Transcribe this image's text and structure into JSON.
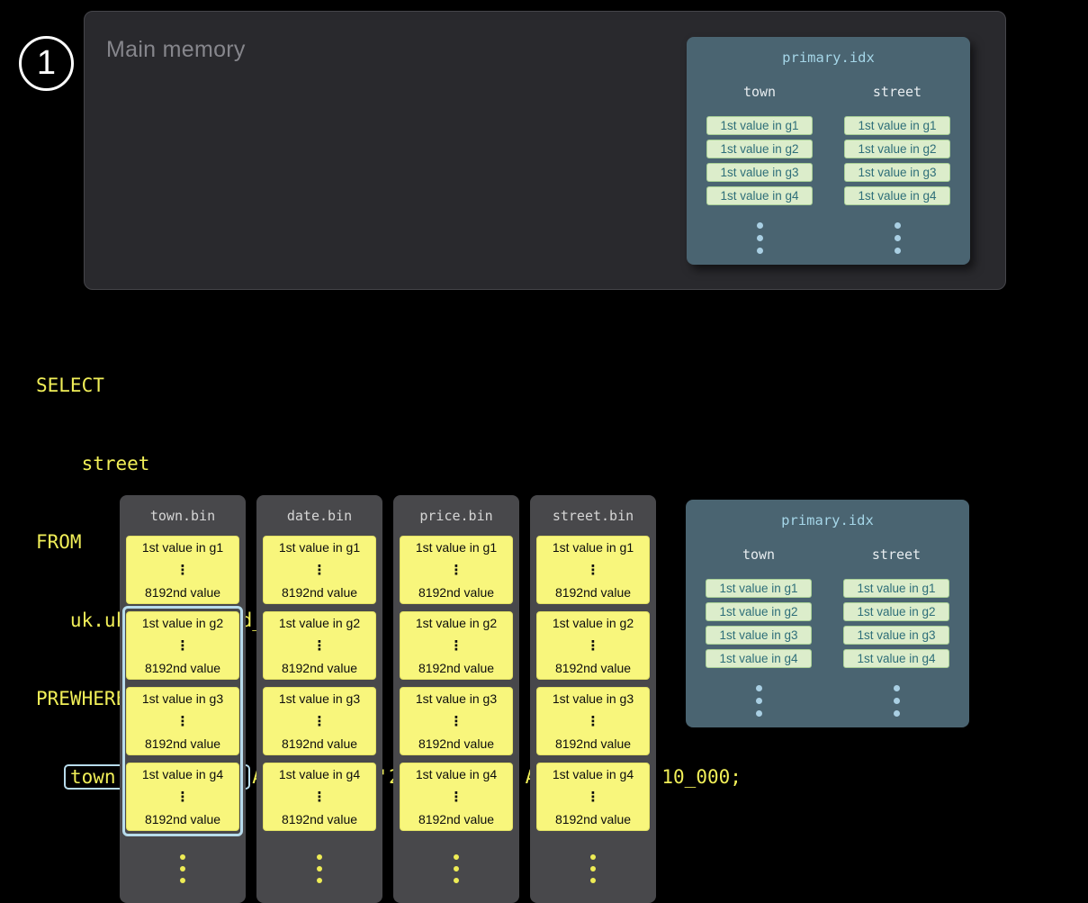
{
  "step_badge": {
    "label": "1"
  },
  "main_memory": {
    "title": "Main memory"
  },
  "primary_idx": {
    "title": "primary.idx",
    "columns": [
      {
        "name": "town",
        "values": [
          "1st value in g1",
          "1st value in g2",
          "1st value in g3",
          "1st value in g4"
        ]
      },
      {
        "name": "street",
        "values": [
          "1st value in g1",
          "1st value in g2",
          "1st value in g3",
          "1st value in g4"
        ]
      }
    ]
  },
  "sql": {
    "line1": "SELECT",
    "line2": "    street",
    "line3": "FROM",
    "line4": "   uk.uk_price_paid_simple",
    "line5": "PREWHERE",
    "line6_indent": "   ",
    "line6_highlight": "town = 'LONDON'",
    "line6_rest": " AND date > '2024-12-31' AND price < 10_000;"
  },
  "bin_files": [
    {
      "title": "town.bin",
      "blocks": [
        {
          "first": "1st value in g1",
          "ellipsis": "⋮",
          "last": "8192nd value"
        },
        {
          "first": "1st value in g2",
          "ellipsis": "⋮",
          "last": "8192nd value"
        },
        {
          "first": "1st value in g3",
          "ellipsis": "⋮",
          "last": "8192nd value"
        },
        {
          "first": "1st value in g4",
          "ellipsis": "⋮",
          "last": "8192nd value"
        }
      ]
    },
    {
      "title": "date.bin",
      "blocks": [
        {
          "first": "1st value in g1",
          "ellipsis": "⋮",
          "last": "8192nd value"
        },
        {
          "first": "1st value in g2",
          "ellipsis": "⋮",
          "last": "8192nd value"
        },
        {
          "first": "1st value in g3",
          "ellipsis": "⋮",
          "last": "8192nd value"
        },
        {
          "first": "1st value in g4",
          "ellipsis": "⋮",
          "last": "8192nd value"
        }
      ]
    },
    {
      "title": "price.bin",
      "blocks": [
        {
          "first": "1st value in g1",
          "ellipsis": "⋮",
          "last": "8192nd value"
        },
        {
          "first": "1st value in g2",
          "ellipsis": "⋮",
          "last": "8192nd value"
        },
        {
          "first": "1st value in g3",
          "ellipsis": "⋮",
          "last": "8192nd value"
        },
        {
          "first": "1st value in g4",
          "ellipsis": "⋮",
          "last": "8192nd value"
        }
      ]
    },
    {
      "title": "street.bin",
      "blocks": [
        {
          "first": "1st value in g1",
          "ellipsis": "⋮",
          "last": "8192nd value"
        },
        {
          "first": "1st value in g2",
          "ellipsis": "⋮",
          "last": "8192nd value"
        },
        {
          "first": "1st value in g3",
          "ellipsis": "⋮",
          "last": "8192nd value"
        },
        {
          "first": "1st value in g4",
          "ellipsis": "⋮",
          "last": "8192nd value"
        }
      ]
    }
  ],
  "icons": {
    "vertical_ellipsis_icon": "⋮"
  },
  "colors": {
    "background": "#000000",
    "sql_yellow": "#f1ef58",
    "granule_yellow": "#f8f67c",
    "idx_card_bg": "#4a6471",
    "idx_value_bg": "#dcedcb",
    "idx_value_text": "#2e6e79",
    "idx_title_blue": "#a5d6e8",
    "highlight_border_blue": "#b8dcec",
    "panel_gray": "#29292d",
    "bin_card_gray": "#48484b"
  }
}
